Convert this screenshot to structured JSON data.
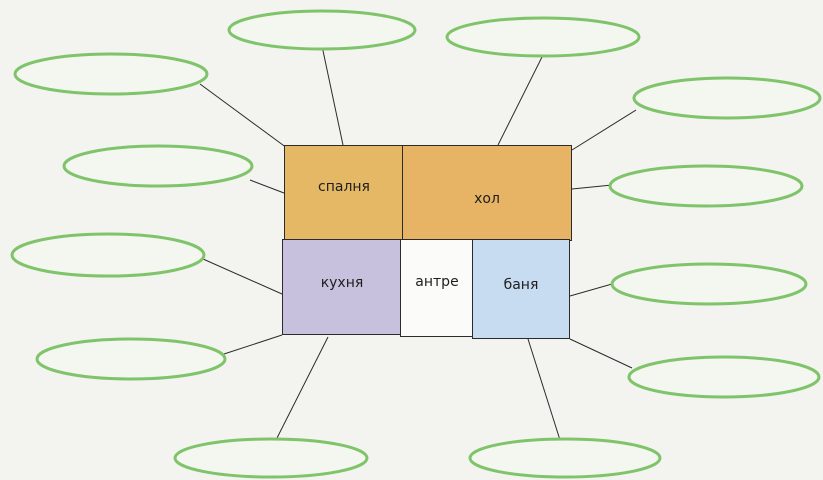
{
  "colors": {
    "background": "#f3f4ef",
    "ellipse_stroke": "#7fc46a",
    "connector_line": "#2b2b2b"
  },
  "rooms": {
    "bedroom": "спалня",
    "hall": "хол",
    "kitchen": "кухня",
    "entrance": "антре",
    "bathroom": "баня"
  },
  "answer_bubbles": [
    "",
    "",
    "",
    "",
    "",
    "",
    "",
    "",
    "",
    "",
    "",
    ""
  ]
}
